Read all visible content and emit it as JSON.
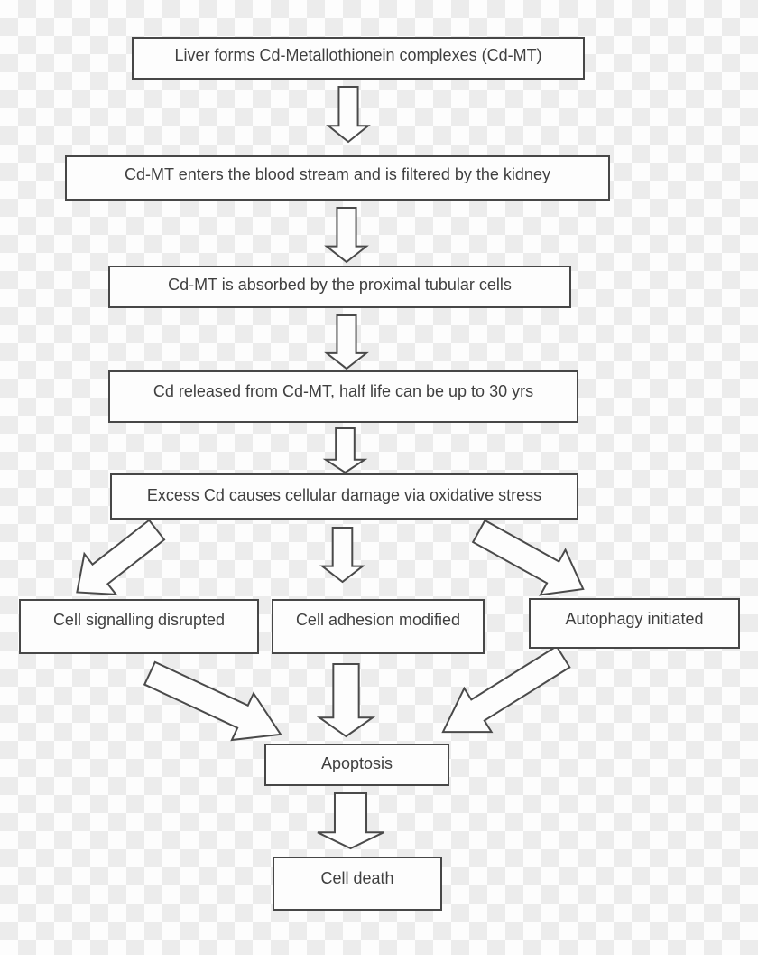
{
  "flow": {
    "steps": [
      {
        "id": "liver",
        "label": "Liver forms Cd-Metallothionein complexes (Cd-MT)"
      },
      {
        "id": "bloodstream",
        "label": "Cd-MT enters the blood stream and is filtered by the kidney"
      },
      {
        "id": "proximal",
        "label": "Cd-MT is absorbed by the proximal tubular cells"
      },
      {
        "id": "released",
        "label": "Cd released from Cd-MT, half life can be up to 30 yrs"
      },
      {
        "id": "oxidative",
        "label": "Excess Cd causes cellular damage via oxidative stress"
      }
    ],
    "branches": [
      {
        "id": "signalling",
        "label": "Cell signalling disrupted"
      },
      {
        "id": "adhesion",
        "label": "Cell adhesion modified"
      },
      {
        "id": "autophagy",
        "label": "Autophagy initiated"
      }
    ],
    "outcomes": [
      {
        "id": "apoptosis",
        "label": "Apoptosis"
      },
      {
        "id": "cell-death",
        "label": "Cell death"
      }
    ],
    "connections": [
      {
        "from": "liver",
        "to": "bloodstream"
      },
      {
        "from": "bloodstream",
        "to": "proximal"
      },
      {
        "from": "proximal",
        "to": "released"
      },
      {
        "from": "released",
        "to": "oxidative"
      },
      {
        "from": "oxidative",
        "to": "signalling"
      },
      {
        "from": "oxidative",
        "to": "adhesion"
      },
      {
        "from": "oxidative",
        "to": "autophagy"
      },
      {
        "from": "signalling",
        "to": "apoptosis"
      },
      {
        "from": "adhesion",
        "to": "apoptosis"
      },
      {
        "from": "autophagy",
        "to": "apoptosis"
      },
      {
        "from": "apoptosis",
        "to": "cell-death"
      }
    ]
  },
  "colors": {
    "box_fill": "#fdfdfd",
    "box_border": "#474747",
    "arrow_fill": "#fdfdfd",
    "arrow_stroke": "#4a4a4a",
    "text": "#3f3f3f",
    "checker_light": "#fdfdfd",
    "checker_dark": "#ececec"
  }
}
